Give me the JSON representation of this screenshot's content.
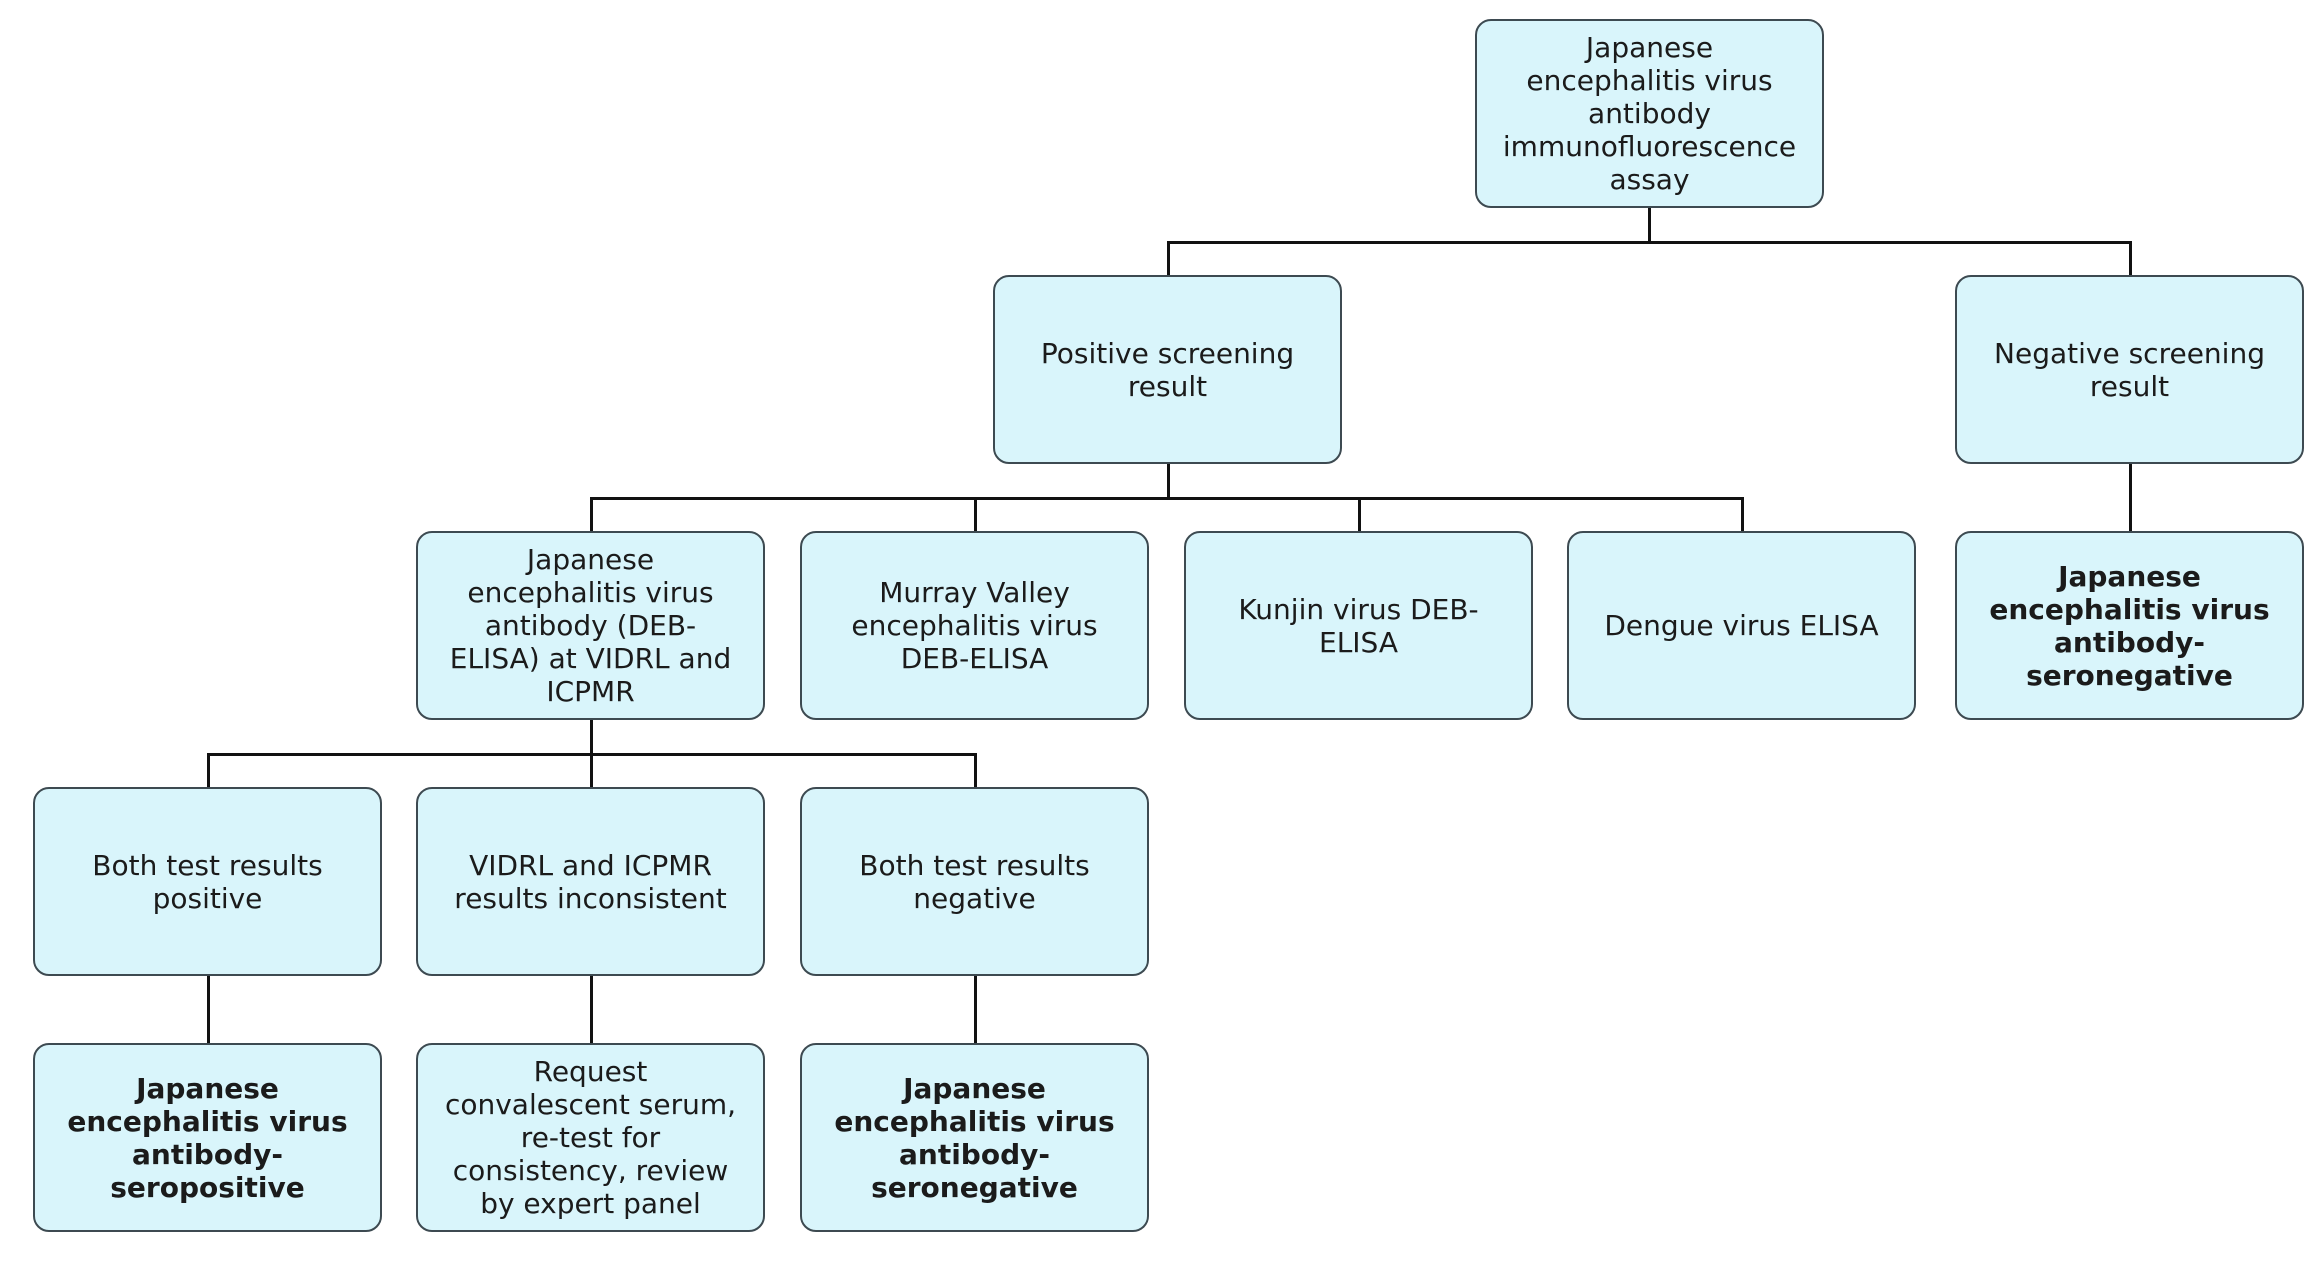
{
  "nodes": {
    "root": "Japanese encephalitis virus antibody immunofluorescence assay",
    "positive": "Positive screening result",
    "negative": "Negative screening result",
    "je_deb": "Japanese encephalitis virus antibody (DEB-ELISA) at VIDRL and ICPMR",
    "murray": "Murray Valley encephalitis virus DEB-ELISA",
    "kunjin": "Kunjin virus DEB-ELISA",
    "dengue": "Dengue virus ELISA",
    "neg_result": "Japanese encephalitis virus antibody-seronegative",
    "both_pos": "Both test results positive",
    "inconsistent": "VIDRL and ICPMR results inconsistent",
    "both_neg": "Both test results negative",
    "seropositive": "Japanese encephalitis virus antibody-seropositive",
    "convalescent": "Request convalescent serum, re-test for consistency, review by expert panel",
    "seronegative": "Japanese encephalitis virus antibody-seronegative"
  },
  "colors": {
    "box_fill": "#d9f5fb",
    "box_border": "#3d4a51",
    "connector": "#111111",
    "text": "#1b1b1b"
  }
}
